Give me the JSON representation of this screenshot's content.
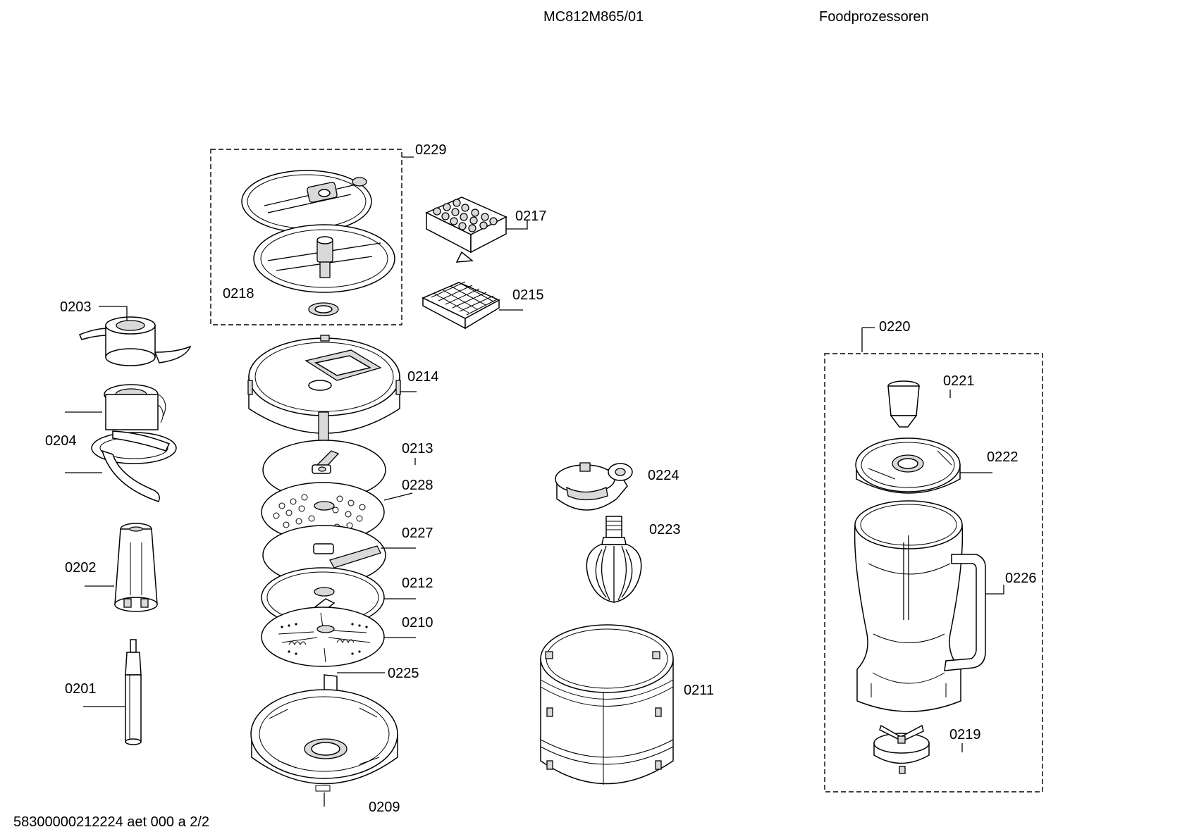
{
  "header": {
    "model": "MC812M865/01",
    "category": "Foodprozessoren"
  },
  "footer": {
    "doc_code": "58300000212224 aet 000 a 2/2"
  },
  "parts": [
    {
      "id": "p0201",
      "label": "0201"
    },
    {
      "id": "p0202",
      "label": "0202"
    },
    {
      "id": "p0203",
      "label": "0203"
    },
    {
      "id": "p0204",
      "label": "0204"
    },
    {
      "id": "p0209",
      "label": "0209"
    },
    {
      "id": "p0210",
      "label": "0210"
    },
    {
      "id": "p0211",
      "label": "0211"
    },
    {
      "id": "p0212",
      "label": "0212"
    },
    {
      "id": "p0213",
      "label": "0213"
    },
    {
      "id": "p0214",
      "label": "0214"
    },
    {
      "id": "p0215",
      "label": "0215"
    },
    {
      "id": "p0217",
      "label": "0217"
    },
    {
      "id": "p0218",
      "label": "0218"
    },
    {
      "id": "p0219",
      "label": "0219"
    },
    {
      "id": "p0220",
      "label": "0220"
    },
    {
      "id": "p0221",
      "label": "0221"
    },
    {
      "id": "p0222",
      "label": "0222"
    },
    {
      "id": "p0223",
      "label": "0223"
    },
    {
      "id": "p0224",
      "label": "0224"
    },
    {
      "id": "p0225",
      "label": "0225"
    },
    {
      "id": "p0226",
      "label": "0226"
    },
    {
      "id": "p0227",
      "label": "0227"
    },
    {
      "id": "p0228",
      "label": "0228"
    },
    {
      "id": "p0229",
      "label": "0229"
    }
  ]
}
